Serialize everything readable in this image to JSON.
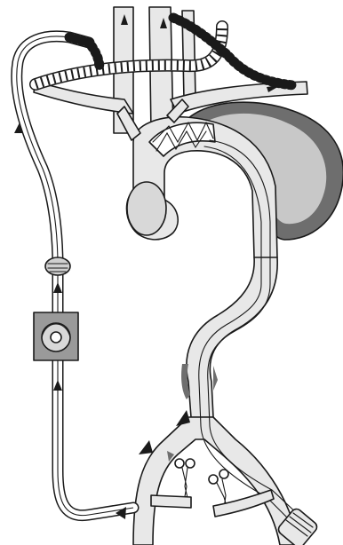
{
  "figure": {
    "colors": {
      "vessel_fill": "#e8e8e8",
      "lumen_fill": "#d0d0d0",
      "aneurysm_fill": "#c8c8c8",
      "thrombus_fill": "#6e6e6e",
      "outline": "#1a1a1a",
      "pump_housing": "#9a9a9a",
      "background": "#ffffff"
    },
    "elements": [
      "aortic-arch",
      "thoracic-aneurysm",
      "stent-graft",
      "descending-aorta",
      "iliac-bifurcation",
      "bypass-circuit-tube",
      "centrifugal-pump",
      "oxygenator-chamber",
      "supra-aortic-graft",
      "femoral-clamps",
      "delivery-sheath"
    ],
    "icons": {
      "flow_arrow": "flow-arrow-icon",
      "clamp": "vascular-clamp-icon",
      "pump": "pump-icon"
    }
  }
}
